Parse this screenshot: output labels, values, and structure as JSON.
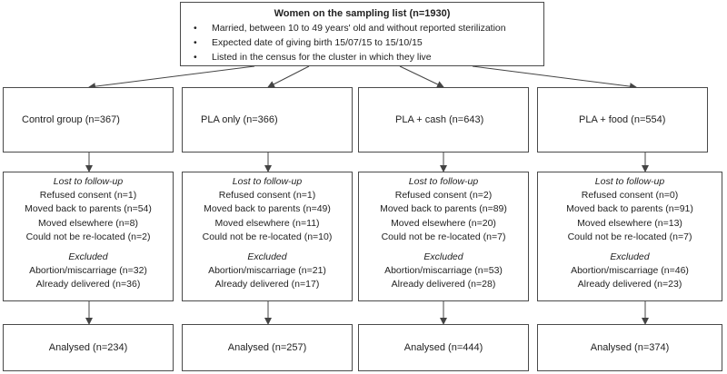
{
  "top": {
    "title": "Women on the sampling list (n=1930)",
    "criteria": [
      "Married, between 10 to 49 years' old and without reported sterilization",
      "Expected date of giving birth 15/07/15 to 15/10/15",
      "Listed in the census for the cluster in which they live"
    ]
  },
  "groups": [
    {
      "label": "Control group (n=367)",
      "lost_heading": "Lost to follow-up",
      "lost_items": [
        "Refused consent (n=1)",
        "Moved back to parents (n=54)",
        "Moved elsewhere (n=8)",
        "Could not be re-located (n=2)"
      ],
      "excluded_heading": "Excluded",
      "excluded_items": [
        "Abortion/miscarriage (n=32)",
        "Already delivered (n=36)"
      ],
      "analysed": "Analysed (n=234)"
    },
    {
      "label": "PLA only (n=366)",
      "lost_heading": "Lost to follow-up",
      "lost_items": [
        "Refused consent (n=1)",
        "Moved back to parents (n=49)",
        "Moved elsewhere (n=11)",
        "Could not be re-located (n=10)"
      ],
      "excluded_heading": "Excluded",
      "excluded_items": [
        "Abortion/miscarriage (n=21)",
        "Already delivered (n=17)"
      ],
      "analysed": "Analysed (n=257)"
    },
    {
      "label": "PLA + cash (n=643)",
      "lost_heading": "Lost to follow-up",
      "lost_items": [
        "Refused consent (n=2)",
        "Moved back to parents (n=89)",
        "Moved elsewhere (n=20)",
        "Could not be re-located (n=7)"
      ],
      "excluded_heading": "Excluded",
      "excluded_items": [
        "Abortion/miscarriage (n=53)",
        "Already delivered (n=28)"
      ],
      "analysed": "Analysed (n=444)"
    },
    {
      "label": "PLA + food (n=554)",
      "lost_heading": "Lost to follow-up",
      "lost_items": [
        "Refused consent (n=0)",
        "Moved back to parents (n=91)",
        "Moved elsewhere (n=13)",
        "Could not be re-located (n=7)"
      ],
      "excluded_heading": "Excluded",
      "excluded_items": [
        "Abortion/miscarriage (n=46)",
        "Already delivered (n=23)"
      ],
      "analysed": "Analysed (n=374)"
    }
  ]
}
